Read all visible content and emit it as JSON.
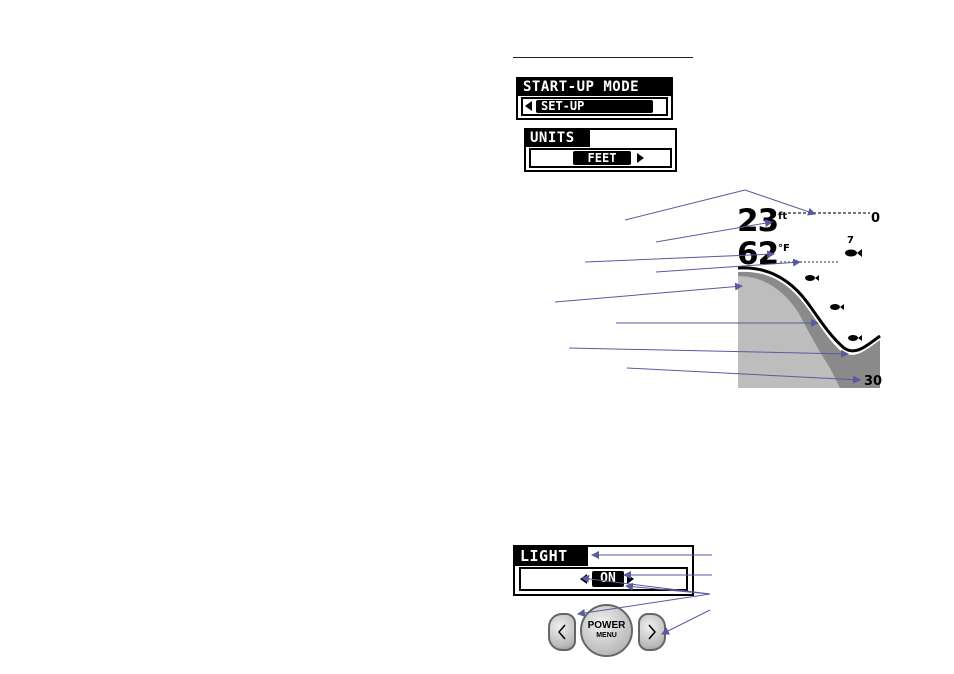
{
  "startup_panel": {
    "title": "START-UP MODE",
    "value": "SET-UP"
  },
  "units_panel": {
    "title": "UNITS",
    "value": "FEET"
  },
  "sonar": {
    "depth": "23",
    "depth_unit": "ft",
    "temperature": "62",
    "temp_unit": "°F",
    "top_scale": "0",
    "bottom_scale": "30",
    "fish_depth_label": "7"
  },
  "light_panel": {
    "title": "LIGHT",
    "value": "ON"
  },
  "keypad": {
    "power_label": "POWER",
    "menu_label": "MENU"
  },
  "colors": {
    "callout_line": "#5a5aa0",
    "lcd_dark": "#000000",
    "sonar_bottom": "#7a7a7a"
  }
}
